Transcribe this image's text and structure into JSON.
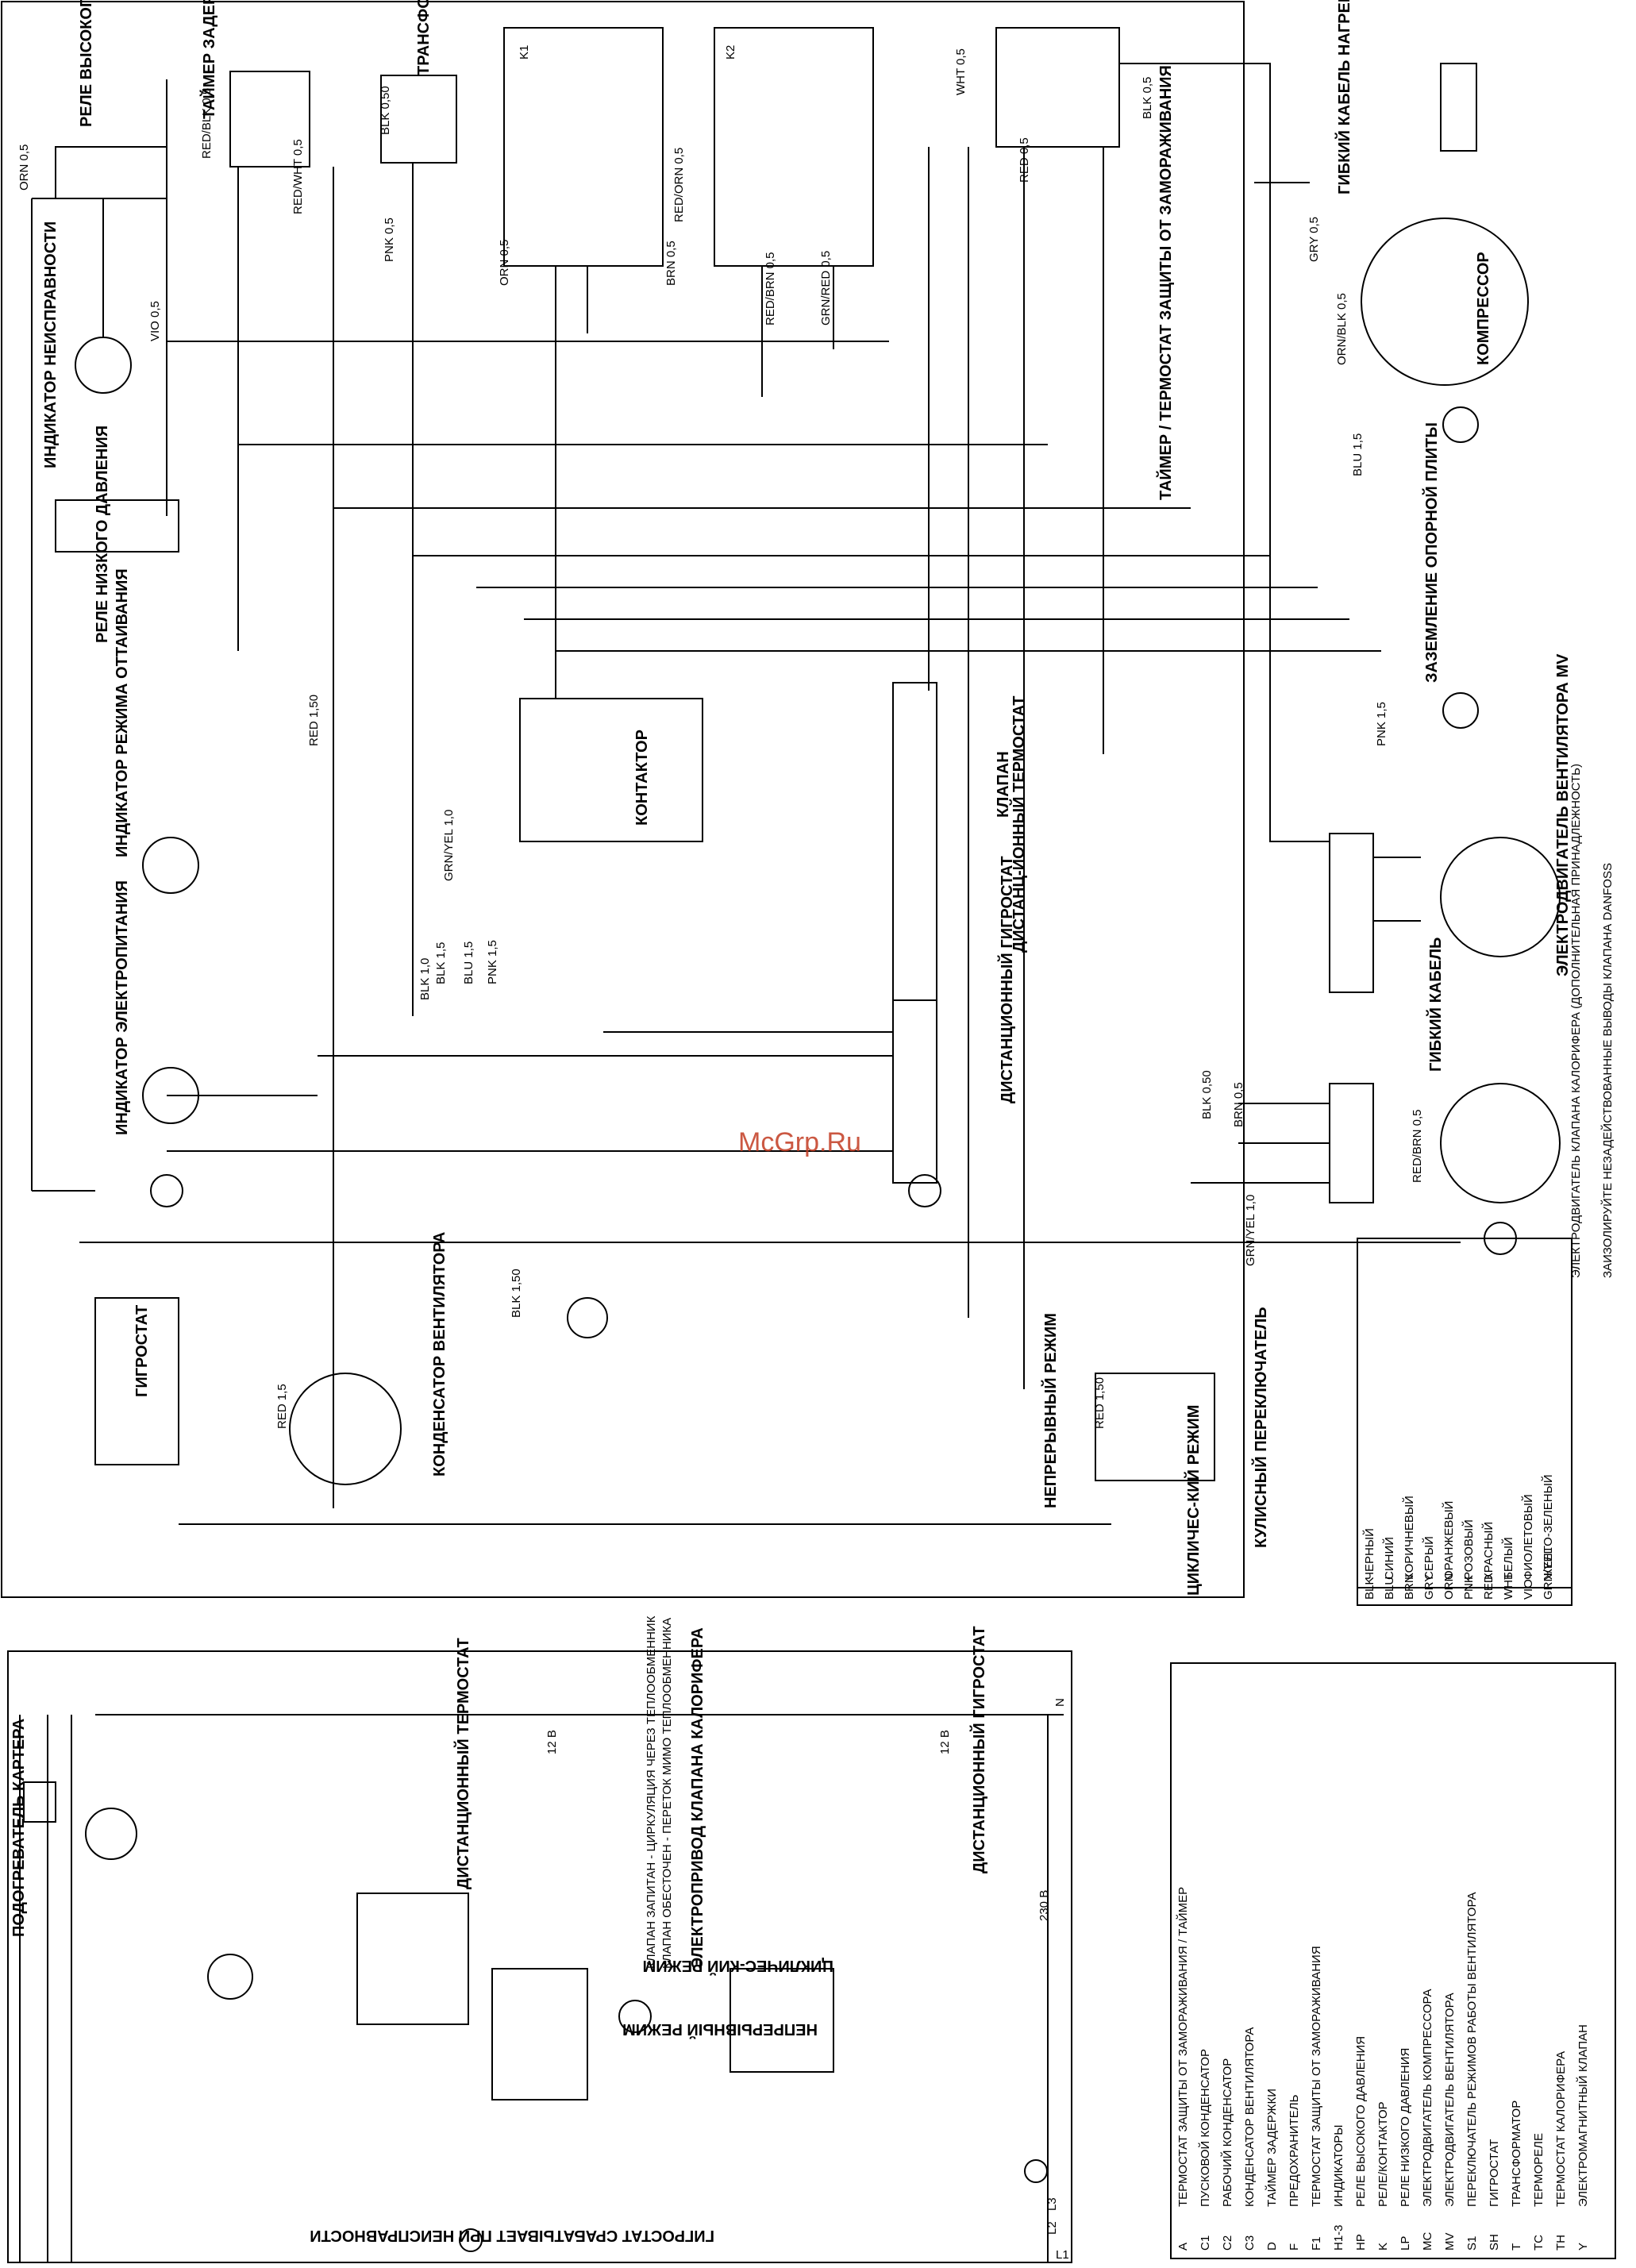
{
  "watermark": "McGrp.Ru",
  "components": {
    "high_pressure_relay": "РЕЛЕ ВЫСОКОГО ДАВЛЕНИЯ",
    "delay_timer": "ТАЙМЕР ЗАДЕРЖКИ",
    "transformer": "ТРАНСФОР-МАТОР",
    "k1": "K1",
    "k2": "K2",
    "defrost_timer": "ТАЙМЕР / ТЕРМОСТАТ ЗАЩИТЫ ОТ ЗАМОРАЖИВАНИЯ",
    "heater_cable": "ГИБКИЙ КАБЕЛЬ НАГРЕВАТЕЛЯ",
    "fault_indicator": "ИНДИКАТОР НЕИСПРАВНОСТИ",
    "compressor": "КОМПРЕССОР",
    "low_pressure_relay": "РЕЛЕ НИЗКОГО ДАВЛЕНИЯ",
    "plate_ground": "ЗАЗЕМЛЕНИЕ ОПОРНОЙ ПЛИТЫ",
    "defrost_indicator": "ИНДИКАТОР РЕЖИМА ОТТАИВАНИЯ",
    "contactor": "КОНТАКТОР",
    "remote_thermostat": "ДИСТАНЦ-ИОННЫЙ ТЕРМОСТАТ",
    "valve": "КЛАПАН",
    "remote_hygrostat": "ДИСТАНЦИОННЫЙ ГИГРОСТАТ",
    "fan_motor": "ЭЛЕКТРОДВИГАТЕЛЬ ВЕНТИЛЯТОРА MV",
    "power_indicator": "ИНДИКАТОР ЭЛЕКТРОПИТАНИЯ",
    "flex_cable": "ГИБКИЙ КАБЕЛЬ",
    "valve_motor": "ЭЛЕКТРОДВИГАТЕЛЬ КЛАПАНА КАЛОРИФЕРА (ДОПОЛНИТЕЛЬНАЯ ПРИНАДЛЕЖНОСТЬ)",
    "danfoss_note": "ЗАИЗОЛИРУЙТЕ НЕЗАДЕЙСТВОВАННЫЕ ВЫВОДЫ КЛАПАНА DANFOSS",
    "hygrostat": "ГИГРОСТАТ",
    "fan_capacitor": "КОНДЕНСАТОР ВЕНТИЛЯТОРА",
    "rocker_switch": "КУЛИСНЫЙ ПЕРЕКЛЮЧАТЕЛЬ",
    "continuous_mode": "НЕПРЕРЫВНЫЙ РЕЖИМ",
    "cyclic_mode": "ЦИКЛИЧЕС-КИЙ РЕЖИМ"
  },
  "wire_labels": [
    "ORN 0,5",
    "VIO 0,5",
    "RED/BLK 0,5",
    "RED/WHT 0,5",
    "BLK 0,50",
    "PNK 0,5",
    "ORN 0,5",
    "BRN 0,5",
    "RED/ORN 0,5",
    "RED/BRN 0,5",
    "GRN/RED 0,5",
    "WHT 0,5",
    "RED 0,5",
    "BLK 0,5",
    "GRY 0,5",
    "ORN/BLK 0,5",
    "BLU 1,5",
    "PNK 1,5",
    "RED 1,50",
    "GRN/YEL 1,0",
    "BLK 1,0",
    "BLK 1,5",
    "BLU 1,5",
    "PNK 1,5",
    "RED 1,5",
    "BLK 1,50",
    "RED 1,50",
    "BRN 0,5",
    "BLK 0,50",
    "RED/BRN 0,5",
    "GRN/YEL 1,0"
  ],
  "color_table": {
    "rows": [
      {
        "code": "BLK",
        "name": "ЧЕРНЫЙ"
      },
      {
        "code": "BLU",
        "name": "СИНИЙ"
      },
      {
        "code": "BRN",
        "name": "КОРИЧНЕВЫЙ"
      },
      {
        "code": "GRY",
        "name": "СЕРЫЙ"
      },
      {
        "code": "ORN",
        "name": "ОРАНЖЕВЫЙ"
      },
      {
        "code": "PNK",
        "name": "РОЗОВЫЙ"
      },
      {
        "code": "RED",
        "name": "КРАСНЫЙ"
      },
      {
        "code": "WHT",
        "name": "БЕЛЫЙ"
      },
      {
        "code": "VIO",
        "name": "ФИОЛЕТОВЫЙ"
      },
      {
        "code": "GRN/YEL",
        "name": "ЖЕЛТО-ЗЕЛЕНЫЙ"
      }
    ]
  },
  "legend": {
    "rows": [
      {
        "code": "A",
        "name": "ТЕРМОСТАТ ЗАЩИТЫ ОТ ЗАМОРАЖИВАНИЯ / ТАЙМЕР"
      },
      {
        "code": "C1",
        "name": "ПУСКОВОЙ КОНДЕНСАТОР"
      },
      {
        "code": "C2",
        "name": "РАБОЧИЙ КОНДЕНСАТОР"
      },
      {
        "code": "C3",
        "name": "КОНДЕНСАТОР ВЕНТИЛЯТОРА"
      },
      {
        "code": "D",
        "name": "ТАЙМЕР ЗАДЕРЖКИ"
      },
      {
        "code": "F",
        "name": "ПРЕДОХРАНИТЕЛЬ"
      },
      {
        "code": "F1",
        "name": "ТЕРМОСТАТ ЗАЩИТЫ ОТ ЗАМОРАЖИВАНИЯ"
      },
      {
        "code": "H1-3",
        "name": "ИНДИКАТОРЫ"
      },
      {
        "code": "HP",
        "name": "РЕЛЕ ВЫСОКОГО ДАВЛЕНИЯ"
      },
      {
        "code": "K",
        "name": "РЕЛЕ/КОНТАКТОР"
      },
      {
        "code": "LP",
        "name": "РЕЛЕ НИЗКОГО ДАВЛЕНИЯ"
      },
      {
        "code": "MC",
        "name": "ЭЛЕКТРОДВИГАТЕЛЬ КОМПРЕССОРА"
      },
      {
        "code": "MV",
        "name": "ЭЛЕКТРОДВИГАТЕЛЬ ВЕНТИЛЯТОРА"
      },
      {
        "code": "S1",
        "name": "ПЕРЕКЛЮЧАТЕЛЬ РЕЖИМОВ РАБОТЫ ВЕНТИЛЯТОРА"
      },
      {
        "code": "SH",
        "name": "ГИГРОСТАТ"
      },
      {
        "code": "T",
        "name": "ТРАНСФОРМАТОР"
      },
      {
        "code": "TC",
        "name": "ТЕРМОРЕЛЕ"
      },
      {
        "code": "TH",
        "name": "ТЕРМОСТАТ КАЛОРИФЕРА"
      },
      {
        "code": "Y",
        "name": "ЭЛЕКТРОМАГНИТНЫЙ КЛАПАН"
      }
    ]
  },
  "schematic": {
    "heater": "ПОДОГРЕВАТЕЛЬ КАРТЕРА",
    "lines": [
      "L1",
      "L2",
      "L3",
      "N"
    ],
    "voltage": "230 В",
    "v12": "12 В",
    "hygrostat_fault": "ГИГРОСТАТ СРАБАТЫВАЕТ ПРИ НЕИСПРАВНОСТИ",
    "continuous": "НЕПРЕРЫВНЫЙ РЕЖИМ",
    "cyclic": "ЦИКЛИЧЕС-КИЙ РЕЖИМ",
    "valve_note1": "КЛАПАН ЗАПИТАН - ЦИРКУЛЯЦИЯ ЧЕРЕЗ ТЕПЛООБМЕННИК",
    "valve_note2": "КЛАПАН ОБЕСТОЧЕН - ПЕРЕТОК МИМО ТЕПЛООБМЕННИКА",
    "valve_drive": "ЭЛЕКТРОПРИВОД КЛАПАНА КАЛОРИФЕРА",
    "remote_thermostat": "ДИСТАНЦИОННЫЙ ТЕРМОСТАТ",
    "remote_hygrostat": "ДИСТАНЦИОННЫЙ ГИГРОСТАТ"
  }
}
